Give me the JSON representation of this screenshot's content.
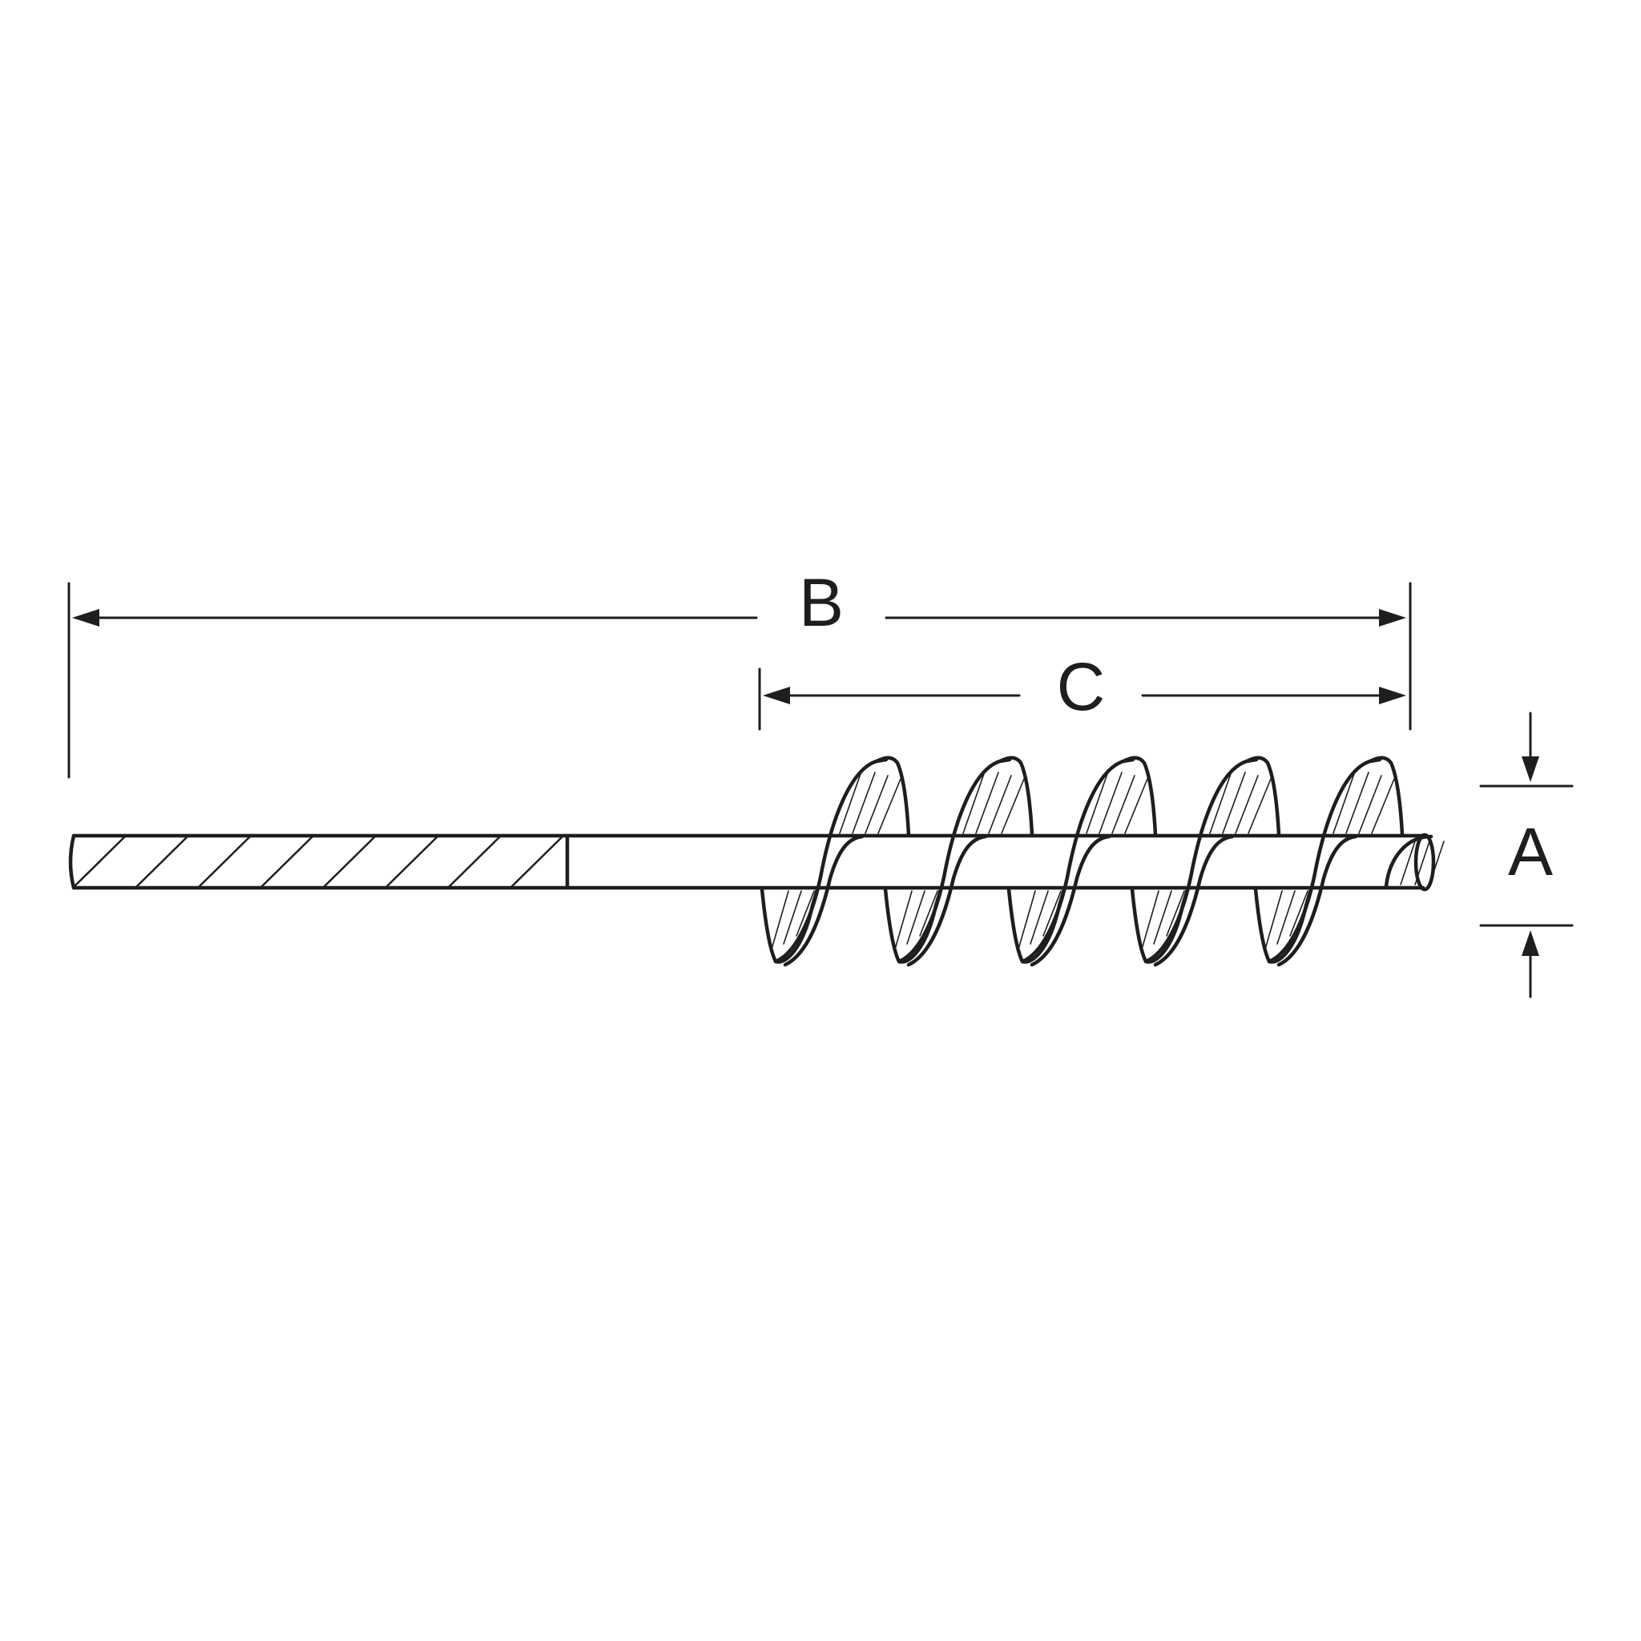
{
  "colors": {
    "ink": "#1e1e1e",
    "background": "#ffffff"
  },
  "dimensions": {
    "overall_length": {
      "label": "B"
    },
    "bristle_length": {
      "label": "C"
    },
    "brush_diameter": {
      "label": "A"
    }
  },
  "helix": {
    "turns": 5
  }
}
